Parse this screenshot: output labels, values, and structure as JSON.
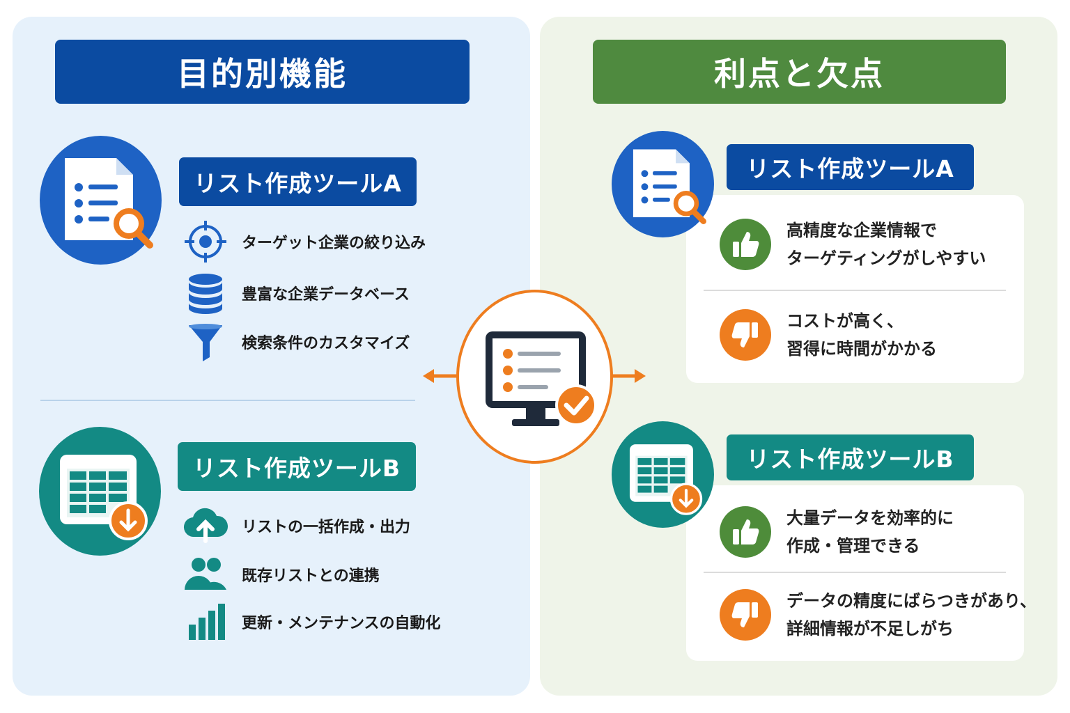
{
  "left": {
    "title": "目的別機能",
    "toolA": {
      "name": "リスト作成ツールA",
      "features": [
        {
          "icon": "target-icon",
          "label": "ターゲット企業の絞り込み"
        },
        {
          "icon": "database-icon",
          "label": "豊富な企業データベース"
        },
        {
          "icon": "funnel-icon",
          "label": "検索条件のカスタマイズ"
        }
      ]
    },
    "toolB": {
      "name": "リスト作成ツールB",
      "features": [
        {
          "icon": "cloud-upload-icon",
          "label": "リストの一括作成・出力"
        },
        {
          "icon": "users-icon",
          "label": "既存リストとの連携"
        },
        {
          "icon": "bar-chart-icon",
          "label": "更新・メンテナンスの自動化"
        }
      ]
    }
  },
  "right": {
    "title": "利点と欠点",
    "toolA": {
      "name": "リスト作成ツールA",
      "pros": [
        "高精度な企業情報で",
        "ターゲティングがしやすい"
      ],
      "cons": [
        "コストが高く、",
        "習得に時間がかかる"
      ]
    },
    "toolB": {
      "name": "リスト作成ツールB",
      "pros": [
        "大量データを効率的に",
        "作成・管理できる"
      ],
      "cons": [
        "データの精度にばらつきがあり、",
        "詳細情報が不足しがち"
      ]
    }
  },
  "colors": {
    "blue": "#0b4ba1",
    "green": "#4f8a3f",
    "teal": "#138a84",
    "orange": "#ee7d1f",
    "left_bg": "#e6f1fb",
    "right_bg": "#eff4e9"
  }
}
